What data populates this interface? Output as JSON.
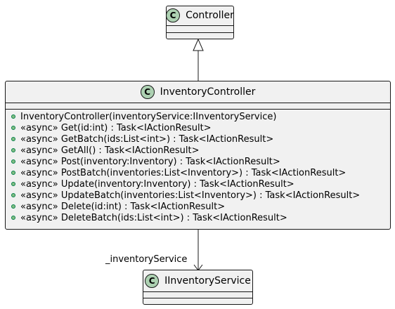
{
  "diagram": {
    "classes": {
      "controller": {
        "badge": "C",
        "name": "Controller"
      },
      "inventory_controller": {
        "badge": "C",
        "name": "InventoryController",
        "methods": [
          "InventoryController(inventoryService:IInventoryService)",
          "«async» Get(id:int) : Task<IActionResult>",
          "«async» GetBatch(ids:List<int>) : Task<IActionResult>",
          "«async» GetAll() : Task<IActionResult>",
          "«async» Post(inventory:Inventory) : Task<IActionResult>",
          "«async» PostBatch(inventories:List<Inventory>) : Task<IActionResult>",
          "«async» Update(inventory:Inventory) : Task<IActionResult>",
          "«async» UpdateBatch(inventories:List<Inventory>) : Task<IActionResult>",
          "«async» Delete(id:int) : Task<IActionResult>",
          "«async» DeleteBatch(ids:List<int>) : Task<IActionResult>"
        ]
      },
      "iinventory_service": {
        "badge": "C",
        "name": "IInventoryService"
      }
    },
    "relations": {
      "inheritance": {
        "from": "InventoryController",
        "to": "Controller"
      },
      "association": {
        "from": "InventoryController",
        "to": "IInventoryService",
        "label": "_inventoryService"
      }
    },
    "colors": {
      "box_fill": "#f1f1f1",
      "border": "#181818",
      "badge_fill": "#add1b2",
      "public_dot_fill": "#84be84",
      "public_dot_border": "#038048"
    }
  }
}
